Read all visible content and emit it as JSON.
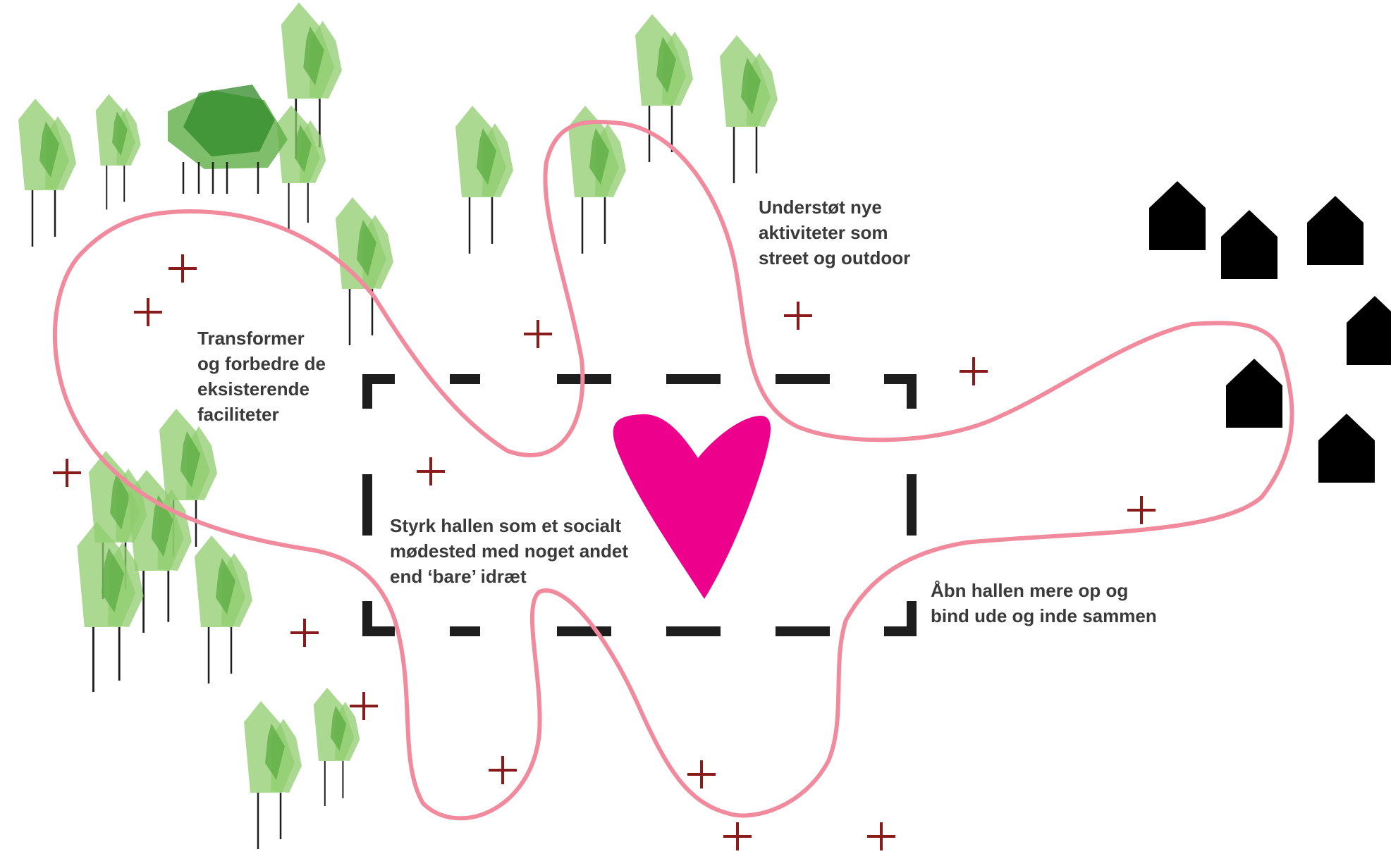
{
  "labels": {
    "transform": [
      "Transformer",
      "og forbedre de",
      "eksisterende",
      "faciliteter"
    ],
    "support": [
      "Understøt nye",
      "aktiviteter som",
      "street og outdoor"
    ],
    "social": [
      "Styrk hallen som et socialt",
      "mødested med noget andet",
      "end ‘bare’ idræt"
    ],
    "open": [
      "Åbn hallen mere op og",
      "bind ude og inde sammen"
    ]
  },
  "icons": {
    "heart": "heart-icon",
    "tree": "tree-icon",
    "house": "house-icon",
    "plus": "plus-icon"
  },
  "colors": {
    "background": "#ffffff",
    "text": "#3a3a3a",
    "blob_outline": "#f08a9c",
    "heart": "#ec008c",
    "plus": "#8b1a1a",
    "dashed_frame": "#1e1e1e",
    "tree_light": "#8fcc6e",
    "tree_mid": "#5fae45",
    "tree_dark": "#2f8a2a",
    "house": "#000000"
  }
}
